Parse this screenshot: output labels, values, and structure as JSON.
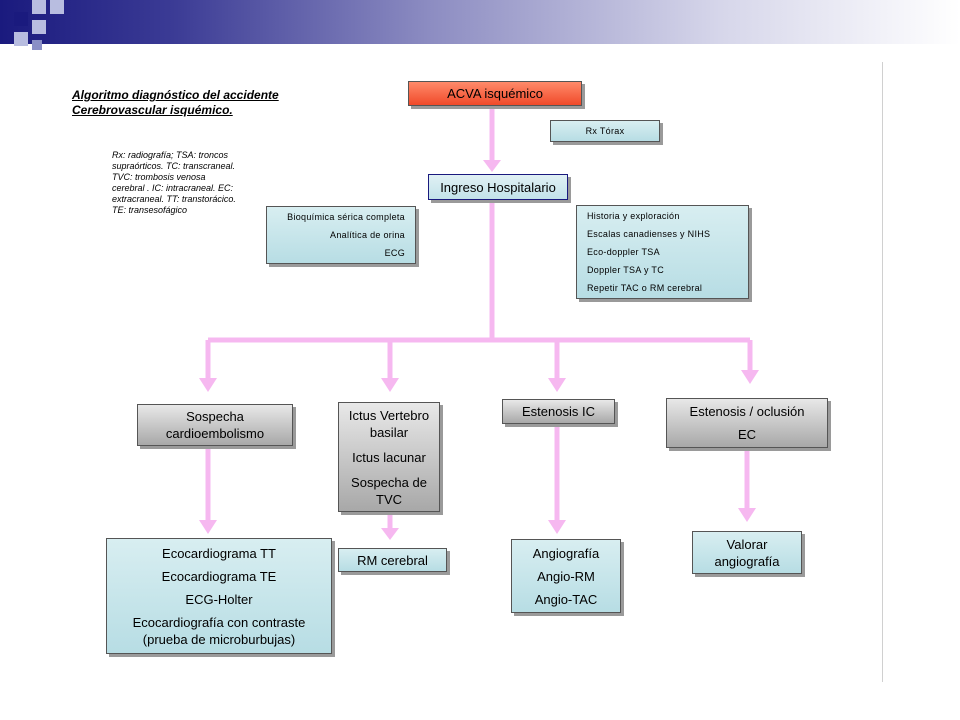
{
  "header": {
    "accent": "#1a1a7e"
  },
  "title": {
    "line1": "Algoritmo diagnóstico del accidente",
    "line2": "Cerebrovascular isquémico."
  },
  "legend": {
    "text": "Rx: radiografía; TSA: troncos supraórticos. TC: transcraneal. TVC: trombosis venosa cerebral . IC: intracraneal. EC: extracraneal. TT: transtorácico. TE: transesofágico"
  },
  "nodes": {
    "acva": "ACVA isquémico",
    "rx_torax": "Rx Tórax",
    "ingreso": "Ingreso Hospitalario",
    "lab": [
      "Bioquímica sérica completa",
      "Analítica de orina",
      "ECG"
    ],
    "historia": [
      "Historia y exploración",
      "Escalas canadienses y NIHS",
      "Eco-doppler TSA",
      "Doppler TSA y TC",
      "Repetir TAC o RM cerebral"
    ],
    "sospecha": [
      "Sospecha",
      "cardioembolismo"
    ],
    "ictus": [
      "Ictus Vertebro",
      "basilar",
      "Ictus lacunar",
      "Sospecha de",
      "TVC"
    ],
    "estenosis_ic": "Estenosis IC",
    "estenosis_ec": [
      "Estenosis / oclusión",
      "EC"
    ],
    "eco": [
      "Ecocardiograma TT",
      "Ecocardiograma TE",
      "ECG-Holter",
      "Ecocardiografía con contraste",
      "(prueba de microburbujas)"
    ],
    "rm": "RM cerebral",
    "angio": [
      "Angiografía",
      "Angio-RM",
      "Angio-TAC"
    ],
    "valorar": [
      "Valorar",
      "angiografía"
    ]
  },
  "colors": {
    "connector": "#f6b8f0",
    "start": "#f04a2a"
  }
}
